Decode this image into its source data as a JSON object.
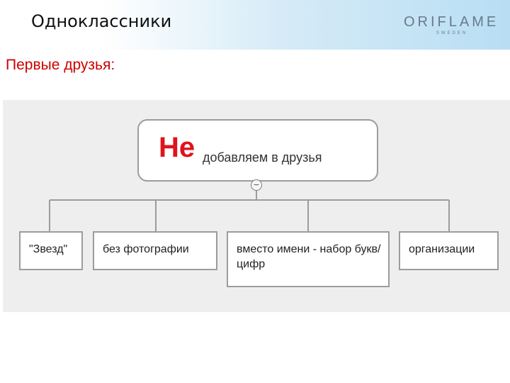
{
  "header": {
    "title": "Одноклассники",
    "logo_text": "ORIFLAME",
    "logo_subtext": "SWEDEN",
    "logo_icon": "oriflame-logo"
  },
  "subtitle": "Первые друзья:",
  "diagram": {
    "root": {
      "accent": "Не",
      "rest": "добавляем в друзья"
    },
    "children": [
      {
        "label": "\"Звезд\""
      },
      {
        "label": "без фотографии"
      },
      {
        "label": "вместо имени - набор букв/цифр"
      },
      {
        "label": "организации"
      }
    ],
    "collapse_icon": "minus-circle-icon"
  },
  "colors": {
    "accent_red": "#e0131b",
    "subtitle_red": "#cc0000",
    "header_gradient_end": "#b8def4",
    "box_border": "#9c9c9c",
    "diagram_background": "#eeeeee"
  }
}
